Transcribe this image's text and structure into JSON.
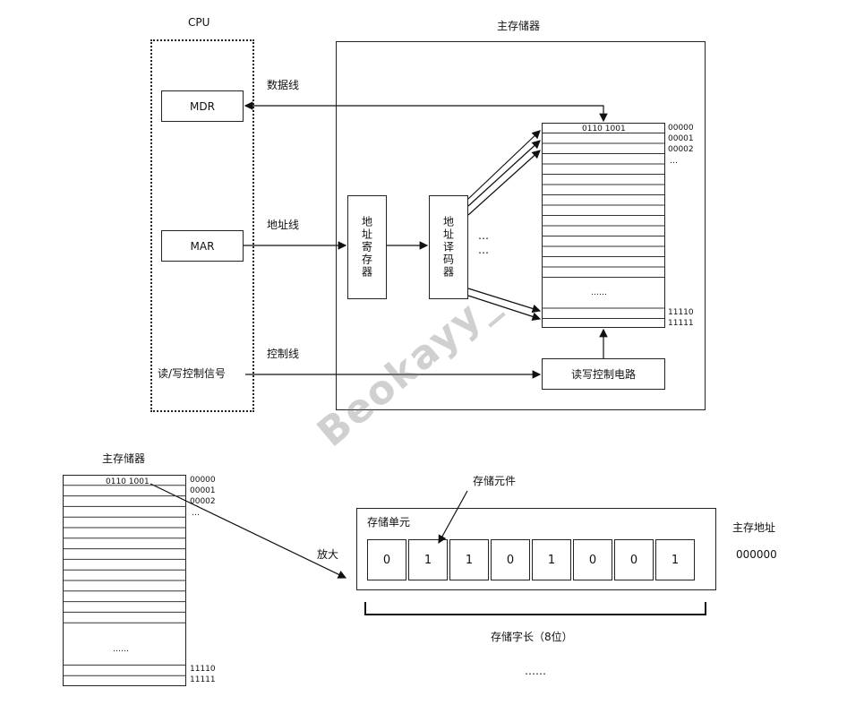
{
  "cpu": {
    "label": "CPU",
    "mdr": "MDR",
    "mar": "MAR",
    "rw_signal": "读/写控制信号"
  },
  "buses": {
    "data": "数据线",
    "address": "地址线",
    "control": "控制线"
  },
  "main_memory": {
    "label": "主存储器",
    "addr_register": "地址寄存器",
    "addr_decoder": "地址译码器",
    "rw_circuit": "读写控制电路",
    "first_cell": "0110 1001",
    "addresses_top": [
      "00000",
      "00001",
      "00002",
      "…"
    ],
    "addresses_bottom": [
      "11110",
      "11111"
    ],
    "middle_ellipsis": "……",
    "decoder_ellipsis": [
      "…",
      "…"
    ]
  },
  "zoom": {
    "memory_label": "主存储器",
    "first_cell": "0110 1001",
    "addresses_top": [
      "00000",
      "00001",
      "00002",
      "…"
    ],
    "addresses_bottom": [
      "11110",
      "11111"
    ],
    "middle_ellipsis": "……",
    "enlarge_label": "放大",
    "storage_element": "存储元件",
    "storage_unit": "存储单元",
    "bits": [
      "0",
      "1",
      "1",
      "0",
      "1",
      "0",
      "0",
      "1"
    ],
    "main_address_label": "主存地址",
    "main_address_value": "000000",
    "word_length": "存储字长（8位）",
    "bottom_ellipsis": "……"
  },
  "watermark": "Beokayy_"
}
